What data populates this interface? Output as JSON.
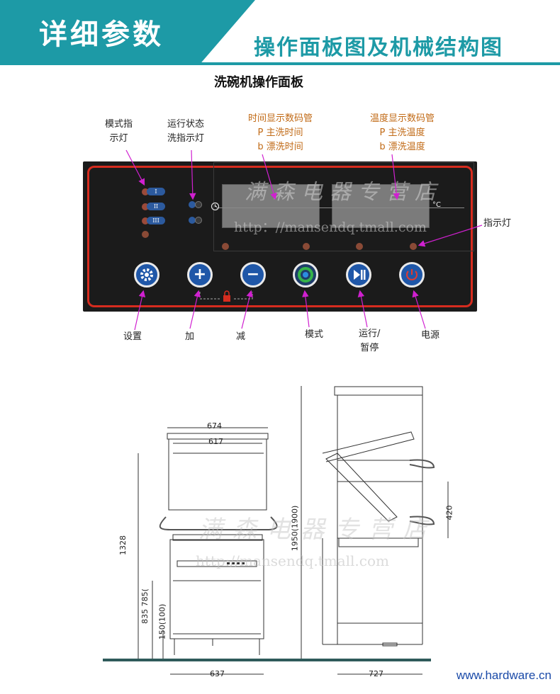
{
  "header": {
    "section_title": "详细参数",
    "subtitle": "操作面板图及机械结构图"
  },
  "panel_title": "洗碗机操作面板",
  "callouts": {
    "mode_indicator": [
      "模式指",
      "示灯"
    ],
    "run_status": [
      "运行状态",
      "洗指示灯"
    ],
    "time_display": [
      "时间显示数码管",
      "P  主洗时间",
      "b  漂洗时间"
    ],
    "temp_display": [
      "温度显示数码管",
      "P  主洗温度",
      "b  漂洗温度"
    ],
    "indicator_light": "指示灯",
    "buttons": [
      "设置",
      "加",
      "减",
      "模式",
      "运行/",
      "暂停",
      "电源"
    ]
  },
  "panel": {
    "mode_levels": [
      "I",
      "II",
      "III"
    ],
    "temp_unit": "°C"
  },
  "watermark": {
    "shop": "满森电器专营店",
    "url": "http：//mansendq.tmall.com",
    "url2": "http://mansendq.tmall.com"
  },
  "dimensions": {
    "front_width_top": "674",
    "front_width_inner": "617",
    "total_height": "1328",
    "leg_height": "150(100)",
    "body_height": "835 785(",
    "base_width": "637",
    "side_height": "1950(1900)",
    "opening": "420",
    "side_depth": "727"
  },
  "site": "www.hardware.cn",
  "colors": {
    "accent": "#1d9aa6",
    "callout": "#d020d0",
    "frame": "#d62c1f"
  }
}
